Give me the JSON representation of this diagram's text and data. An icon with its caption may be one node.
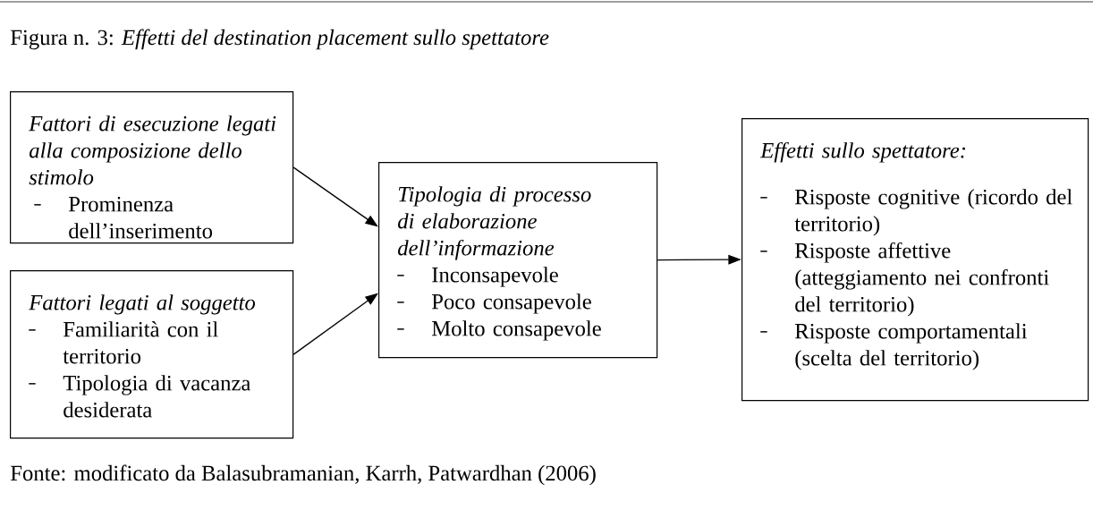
{
  "diagram": {
    "title": "Figura n. 3: *Effetti del destination placement sullo spettatore*",
    "caption": "Fonte: modificato da Balasubramanian, Karrh, Patwardhan (2006)",
    "nodes": [
      {
        "text": [
          "Fattori di esecuzione legati alla composizione dello stimolo",
          "Prominenza dell’inserimento"
        ]
      },
      {
        "text": [
          "Fattori legati al soggetto",
          "Familiarità con il territorio",
          "Tipologia di vacanza desiderata"
        ]
      },
      {
        "text": [
          "Tipologia di processo di elaborazione dell’informazione",
          "Inconsapevole",
          "Poco consapevole",
          "Molto consapevole"
        ]
      },
      {
        "text": [
          "Effetti sullo spettatore:",
          "Risposte cognitive (ricordo del territorio)",
          "Risposte affettive (atteggiamento nei confronti del territorio)",
          "Risposte comportamentali (scelta del territorio)"
        ]
      }
    ],
    "edges": [
      {
        "from": 0,
        "to": 2,
        "arrow": "to"
      },
      {
        "from": 1,
        "to": 2,
        "arrow": "to"
      },
      {
        "from": 2,
        "to": 3,
        "arrow": "to"
      }
    ]
  }
}
